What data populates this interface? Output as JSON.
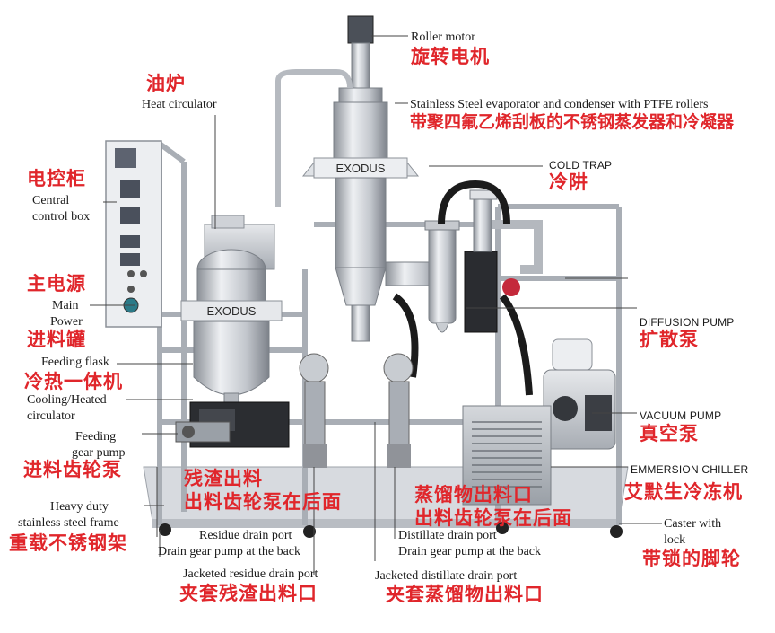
{
  "brand": "EXODUS",
  "colors": {
    "label_cn": "#e0262b",
    "label_en": "#1a1a1a",
    "steel_light": "#dcdee2",
    "steel_dark": "#8b9097",
    "frame": "#c9ccd1",
    "hose": "#1b1b1b"
  },
  "labels": {
    "roller_motor": {
      "en": "Roller motor",
      "cn": "旋转电机"
    },
    "heat_circulator": {
      "cn": "油炉",
      "en": "Heat circulator"
    },
    "evaporator": {
      "en": "Stainless Steel evaporator and condenser with PTFE rollers",
      "cn": "带聚四氟乙烯刮板的不锈钢蒸发器和冷凝器"
    },
    "cold_trap": {
      "en": "COLD TRAP",
      "cn": "冷阱"
    },
    "control_box": {
      "cn": "电控柜",
      "en1": "Central",
      "en2": "control box"
    },
    "main_power": {
      "cn": "主电源",
      "en1": "Main",
      "en2": "Power"
    },
    "feeding_flask": {
      "cn": "进料罐",
      "en": "Feeding flask"
    },
    "chiller_unit": {
      "cn": "冷热一体机",
      "en1": "Cooling/Heated",
      "en2": "circulator"
    },
    "feeding_pump": {
      "en1": "Feeding",
      "en2": "gear pump",
      "cn": "进料齿轮泵"
    },
    "diffusion_pump": {
      "en": "DIFFUSION PUMP",
      "cn": "扩散泵"
    },
    "vacuum_pump": {
      "en": "VACUUM PUMP",
      "cn": "真空泵"
    },
    "emmersion_chiller": {
      "en": "EMMERSION CHILLER",
      "cn": "艾默生冷冻机"
    },
    "residue_port": {
      "cn1": "残渣出料",
      "cn2": "出料齿轮泵在后面",
      "en1": "Residue drain port",
      "en2": "Drain gear pump at the back"
    },
    "distillate_port": {
      "cn1": "蒸馏物出料口",
      "cn2": "出料齿轮泵在后面",
      "en1": "Distillate drain port",
      "en2": "Drain gear pump at the back"
    },
    "frame": {
      "en1": "Heavy duty",
      "en2": "stainless steel frame",
      "cn": "重载不锈钢架"
    },
    "caster": {
      "en1": "Caster with",
      "en2": "lock",
      "cn": "带锁的脚轮"
    },
    "jacketed_residue": {
      "en": "Jacketed residue drain port",
      "cn": "夹套残渣出料口"
    },
    "jacketed_distillate": {
      "en": "Jacketed distillate drain port",
      "cn": "夹套蒸馏物出料口"
    }
  }
}
